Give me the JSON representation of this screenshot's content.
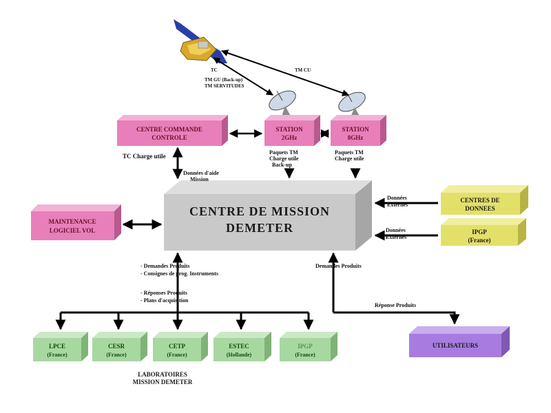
{
  "colors": {
    "pink_front": "#e87fba",
    "pink_top": "#f2b3d6",
    "pink_side": "#b85a8e",
    "grey_front": "#c9c9c9",
    "grey_top": "#dedede",
    "grey_side": "#a6a6a6",
    "yellow_front": "#e3e06a",
    "yellow_top": "#f0ee9f",
    "yellow_side": "#b7b444",
    "green_front": "#a7d8a0",
    "green_top": "#cbe8c6",
    "green_side": "#7fb377",
    "purple_front": "#a77ce0",
    "purple_top": "#c9aeee",
    "purple_side": "#7f57b5",
    "text_dark": "#1a1a1a",
    "text_maroon": "#6b0f2a",
    "text_darkgreen": "#0d4a0d",
    "text_lightgreen": "#5f8f5f",
    "arrow": "#000000"
  },
  "satellite": {
    "link_labels": [
      "TC",
      "TM GU (Back-up)",
      "TM SERVITUDES",
      "TM CU"
    ]
  },
  "boxes": {
    "centre_commande": {
      "line1": "CENTRE COMMANDE",
      "line2": "CONTROLE"
    },
    "station_2ghz": {
      "line1": "STATION",
      "line2": "2GHz"
    },
    "station_8ghz": {
      "line1": "STATION",
      "line2": "8GHz"
    },
    "centre_mission": {
      "line1": "CENTRE DE MISSION",
      "line2": "DEMETER"
    },
    "maintenance": {
      "line1": "MAINTENANCE",
      "line2": "LOGICIEL VOL"
    },
    "centres_donnees": {
      "line1": "CENTRES DE",
      "line2": "DONNEES"
    },
    "ipgp_right": {
      "line1": "IPGP",
      "line2": "(France)"
    },
    "utilisateurs": {
      "line1": "UTILISATEURS"
    }
  },
  "labs": [
    {
      "name": "LPCE",
      "country": "(France)"
    },
    {
      "name": "CESR",
      "country": "(France)"
    },
    {
      "name": "CETP",
      "country": "(France)"
    },
    {
      "name": "ESTEC",
      "country": "(Hollande)"
    },
    {
      "name": "IPGP",
      "country": "(France)"
    }
  ],
  "labs_caption": {
    "line1": "LABORATOIRES",
    "line2": "MISSION DEMETER"
  },
  "flow_labels": {
    "tc_charge_utile": "TC Charge utile",
    "donnees_aide_1": "Données d'aide",
    "donnees_aide_2": "Mission",
    "paquets_2ghz_1": "Paquets TM",
    "paquets_2ghz_2": "Charge utile",
    "paquets_2ghz_3": "Back-up",
    "paquets_8ghz_1": "Paquets TM",
    "paquets_8ghz_2": "Charge utile",
    "donnees_externes_1": "Données",
    "donnees_externes_2": "Externes",
    "donnees_externes_b1": "Données",
    "donnees_externes_b2": "Externes",
    "demandes_labs_1": "- Demandes Produits",
    "demandes_labs_2": "- Consignes de prog. Instruments",
    "reponses_labs_1": "- Réponses Produits",
    "reponses_labs_2": "- Plans d'acquisition",
    "demandes_produits": "Demandes Produits",
    "reponse_produits": "Réponse Produits"
  }
}
